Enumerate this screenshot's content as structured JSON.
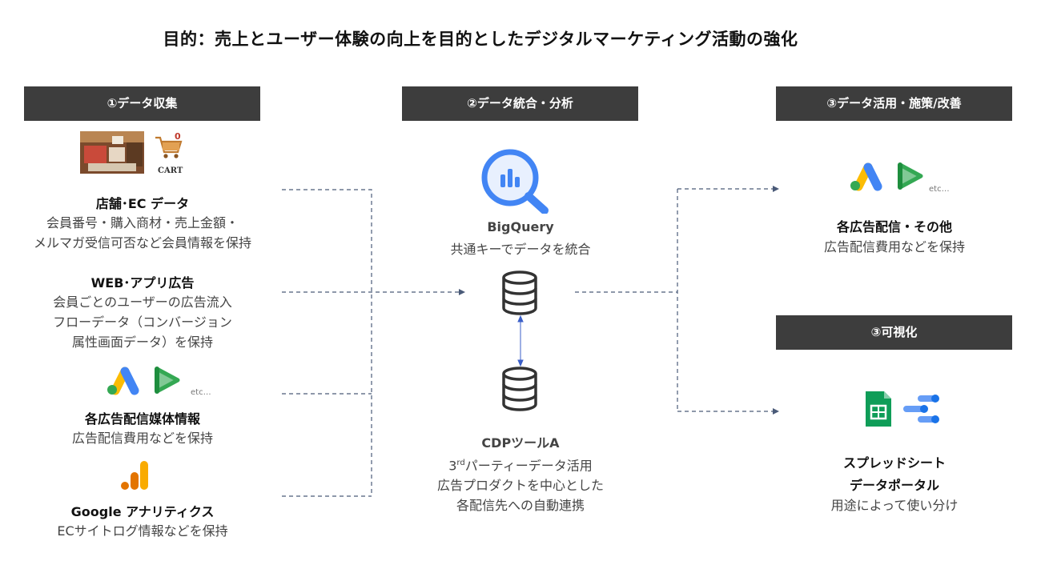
{
  "title": "目的：売上とユーザー体験の向上を目的としたデジタルマーケティング活動の強化",
  "headers": {
    "collect": "①データ収集",
    "integrate": "②データ統合・分析",
    "use": "③データ活用・施策/改善",
    "visualize": "③可視化"
  },
  "collect": {
    "cart_badge": "0",
    "cart_label": "CART",
    "store": {
      "title": "店舗･EC データ",
      "lines": [
        "会員番号・購入商材・売上金額・",
        "メルマガ受信可否など会員情報を保持"
      ]
    },
    "web": {
      "title": "WEB･アプリ広告",
      "lines": [
        "会員ごとのユーザーの広告流入",
        "フローデータ（コンバージョン",
        "属性画面データ）を保持"
      ]
    },
    "media": {
      "etc": "etc…",
      "title": "各広告配信媒体情報",
      "lines": [
        "広告配信費用などを保持"
      ]
    },
    "ga": {
      "title": "Google アナリティクス",
      "lines": [
        "ECサイトログ情報などを保持"
      ]
    }
  },
  "integrate": {
    "bigquery": {
      "title": "BigQuery",
      "desc": "共通キーでデータを統合"
    },
    "cdp": {
      "title": "CDPツールA",
      "line1_prefix": "3",
      "line1_sup": "rd",
      "line1_rest": "パーティーデータ活用",
      "lines": [
        "広告プロダクトを中心とした",
        "各配信先への自動連携"
      ]
    }
  },
  "use": {
    "ads": {
      "etc": "etc…",
      "title": "各広告配信・その他",
      "desc": "広告配信費用などを保持"
    }
  },
  "visualize": {
    "tools": {
      "title1": "スプレッドシート",
      "title2": "データポータル",
      "desc": "用途によって使い分け"
    }
  },
  "colors": {
    "header_bg": "#3d3d3d",
    "line": "#4a5a78",
    "google_blue": "#4285F4",
    "google_yellow": "#FBBC04",
    "google_green": "#34A853",
    "ga_orange": "#F9AB00",
    "sheets_green": "#0F9D58"
  }
}
